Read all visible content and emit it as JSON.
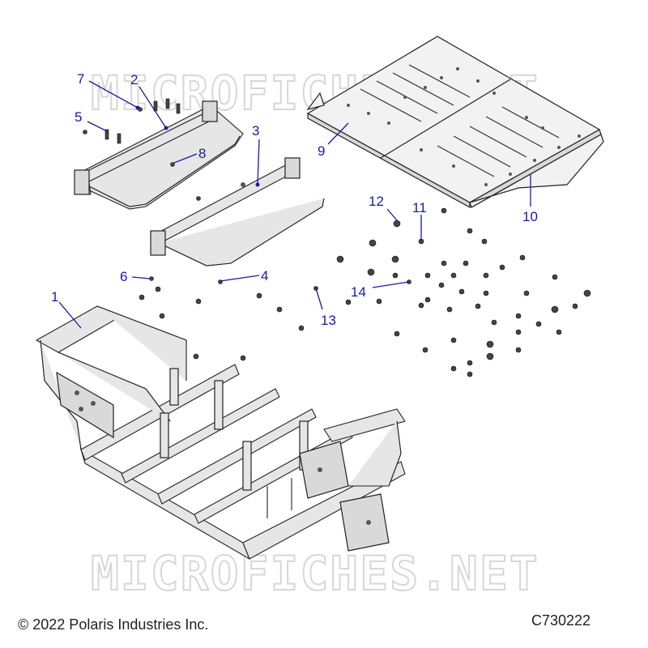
{
  "watermark": "MICROFICHES.NET",
  "callouts": [
    {
      "id": "c1",
      "label": "1"
    },
    {
      "id": "c2",
      "label": "2"
    },
    {
      "id": "c3",
      "label": "3"
    },
    {
      "id": "c4",
      "label": "4"
    },
    {
      "id": "c5",
      "label": "5"
    },
    {
      "id": "c6",
      "label": "6"
    },
    {
      "id": "c7",
      "label": "7"
    },
    {
      "id": "c8",
      "label": "8"
    },
    {
      "id": "c9",
      "label": "9"
    },
    {
      "id": "c10",
      "label": "10"
    },
    {
      "id": "c11",
      "label": "11"
    },
    {
      "id": "c12",
      "label": "12"
    },
    {
      "id": "c13",
      "label": "13"
    },
    {
      "id": "c14",
      "label": "14"
    }
  ],
  "footer": {
    "copyright": "© 2022 Polaris Industries Inc.",
    "diagram_code": "C730222"
  },
  "colors": {
    "callout": "#1a1aa8",
    "line": "#222222",
    "watermark": "#d7d7d7"
  }
}
